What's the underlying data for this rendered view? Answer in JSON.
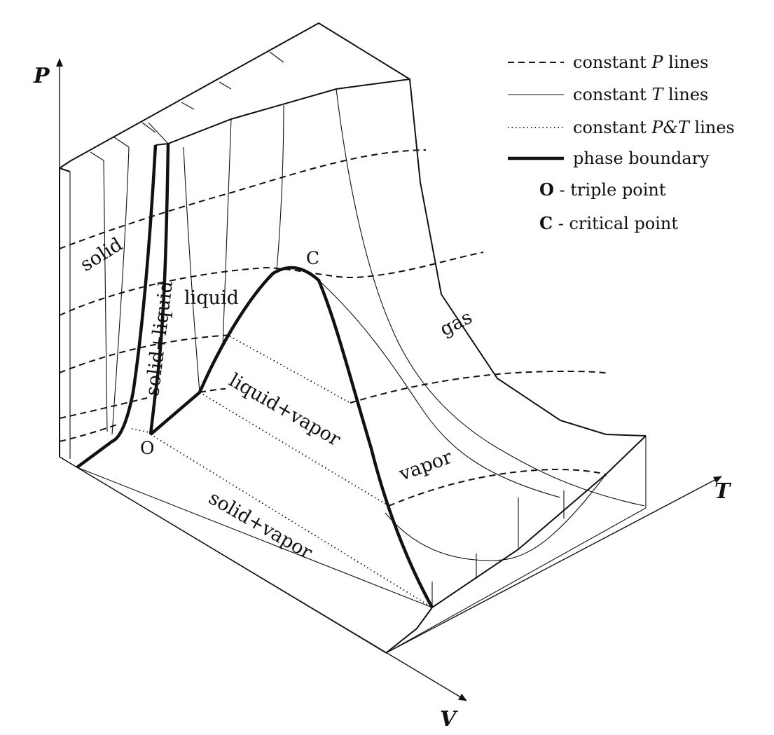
{
  "axes": {
    "p": "P",
    "t": "T",
    "v": "V"
  },
  "regions": {
    "solid": "solid",
    "solid_liquid": "solid+liquid",
    "liquid": "liquid",
    "gas": "gas",
    "liquid_vapor": "liquid+vapor",
    "vapor": "vapor",
    "solid_vapor": "solid+vapor"
  },
  "points": {
    "triple": "O",
    "critical": "C"
  },
  "legend": {
    "constant_p": {
      "pre": "constant ",
      "var": "P",
      "post": " lines"
    },
    "constant_t": {
      "pre": "constant ",
      "var": "T",
      "post": " lines"
    },
    "constant_pt": {
      "pre": "constant ",
      "var": "P&T",
      "post": " lines"
    },
    "phase_boundary": "phase boundary",
    "triple_key": "O",
    "triple_desc": " - triple point",
    "critical_key": "C",
    "critical_desc": " - critical point"
  }
}
